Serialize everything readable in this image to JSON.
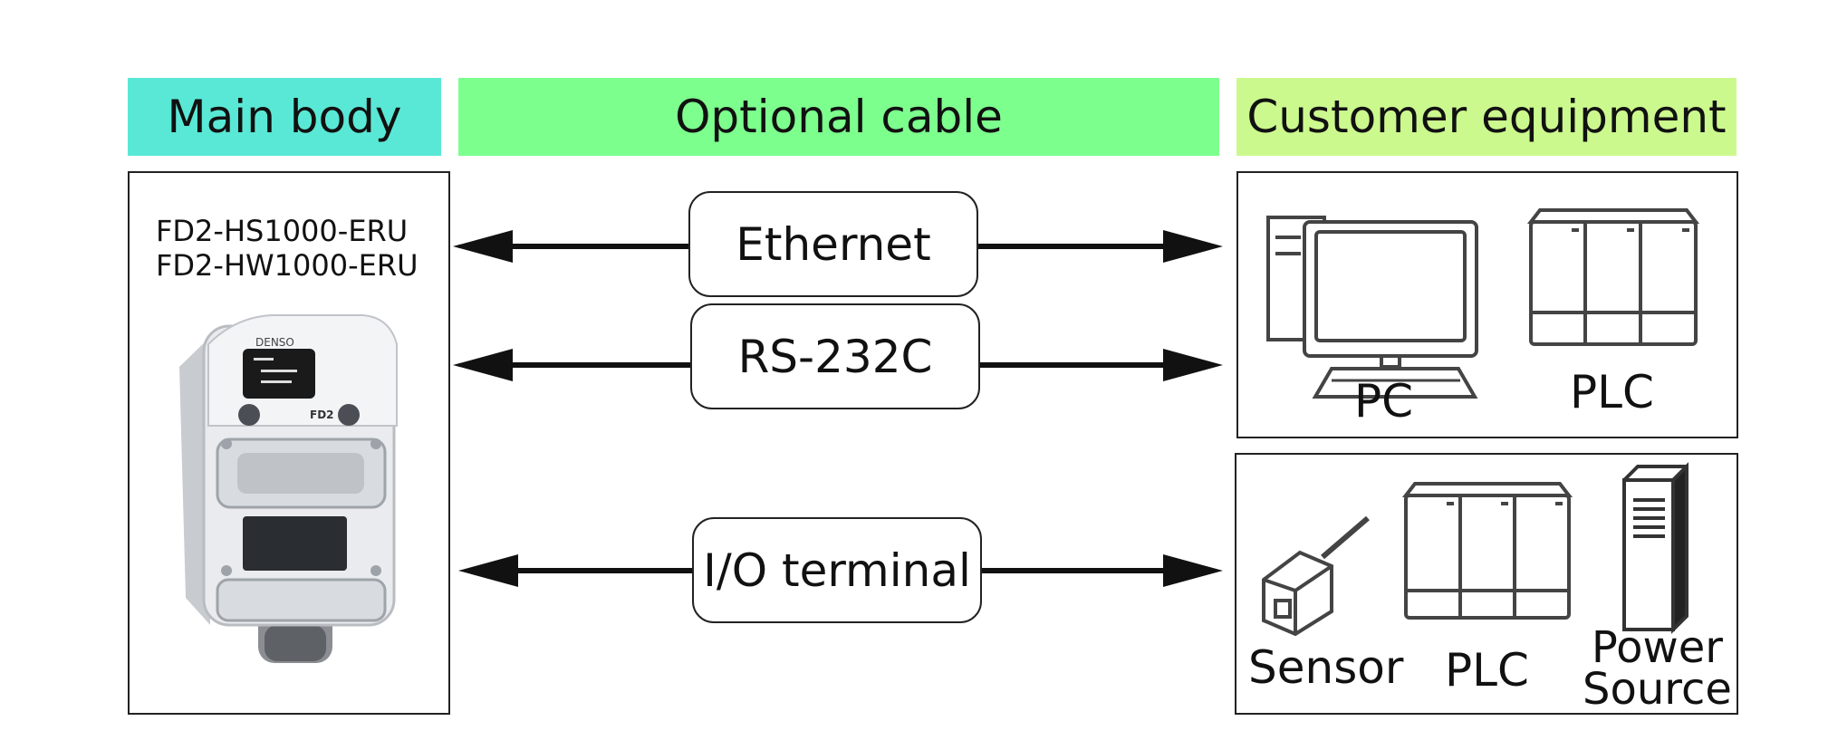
{
  "headers": {
    "main_body": "Main body",
    "optional_cable": "Optional cable",
    "customer_equipment": "Customer equipment"
  },
  "main_body": {
    "models": [
      "FD2-HS1000-ERU",
      "FD2-HW1000-ERU"
    ],
    "device_brand": "DENSO",
    "device_label": "FD2"
  },
  "cables": {
    "ethernet": "Ethernet",
    "rs232c": "RS-232C",
    "io_terminal": "I/O terminal"
  },
  "equipment": {
    "pc": "PC",
    "plc_top": "PLC",
    "sensor": "Sensor",
    "plc_bottom": "PLC",
    "power_line1": "Power",
    "power_line2": "Source"
  },
  "colors": {
    "main_body_header": "#5ae8d6",
    "optional_cable_header": "#7dff8e",
    "customer_equipment_header": "#ccf98e"
  }
}
